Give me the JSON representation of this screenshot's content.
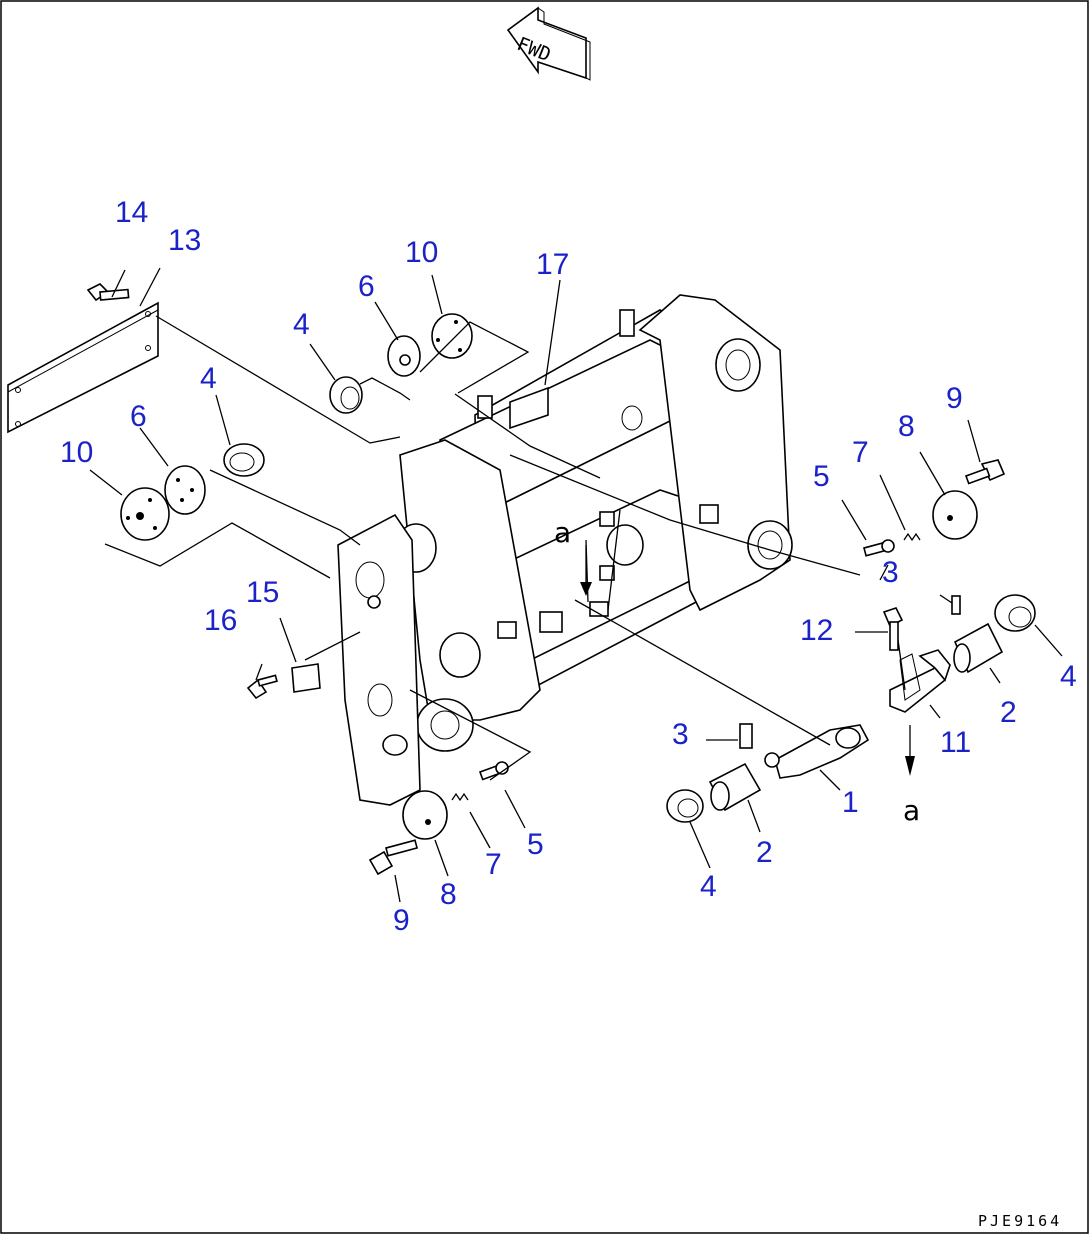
{
  "drawing": {
    "id_code": "PJE9164",
    "direction_label": "FWD",
    "reference_marks": [
      "a",
      "a"
    ]
  },
  "callouts": [
    "14",
    "13",
    "10",
    "6",
    "4",
    "17",
    "4",
    "6",
    "10",
    "5",
    "7",
    "8",
    "9",
    "3",
    "12",
    "16",
    "15",
    "4",
    "2",
    "11",
    "3",
    "1",
    "2",
    "4",
    "5",
    "7",
    "8",
    "9"
  ],
  "colors": {
    "callout_text": "#1a22c8",
    "line": "#000000",
    "background": "#ffffff"
  }
}
